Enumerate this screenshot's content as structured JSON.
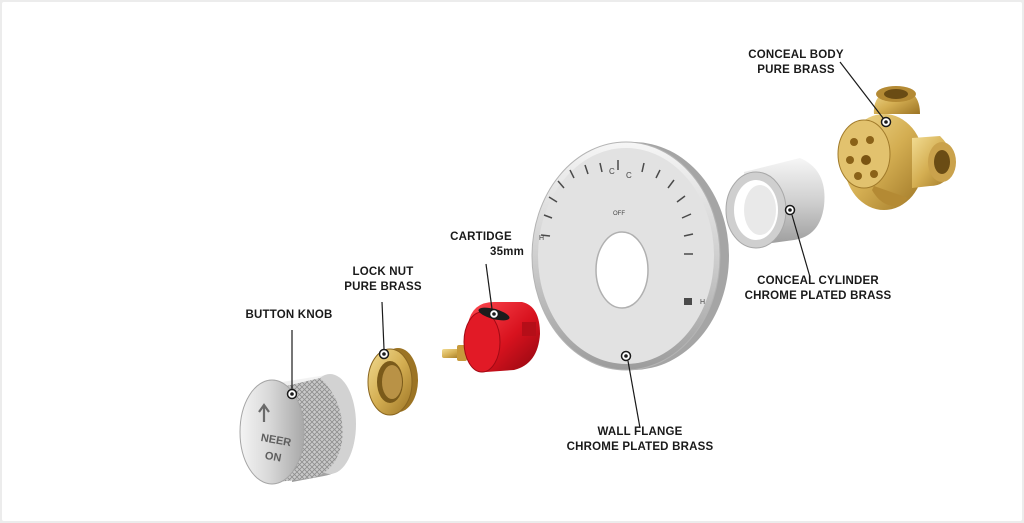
{
  "brand": {
    "line1": "NEER",
    "line2": "ON"
  },
  "flange_marks": {
    "top_left": "C",
    "top_right": "C",
    "center": "OFF",
    "left": "H",
    "right": "H"
  },
  "labels": {
    "button_knob": {
      "line1": "BUTTON KNOB"
    },
    "lock_nut": {
      "line1": "LOCK NUT",
      "line2": "PURE BRASS"
    },
    "cartidge": {
      "line1": "CARTIDGE",
      "line2": "35mm"
    },
    "wall_flange": {
      "line1": "WALL FLANGE",
      "line2": "CHROME PLATED BRASS"
    },
    "conceal_cylinder": {
      "line1": "CONCEAL CYLINDER",
      "line2": "CHROME PLATED BRASS"
    },
    "conceal_body": {
      "line1": "CONCEAL BODY",
      "line2": "PURE BRASS"
    }
  },
  "colors": {
    "chrome_light": "#e6e6e6",
    "chrome_dark": "#9a9a9a",
    "brass_light": "#e6c877",
    "brass_dark": "#a07a2a",
    "cartridge_red": "#d8121e"
  }
}
